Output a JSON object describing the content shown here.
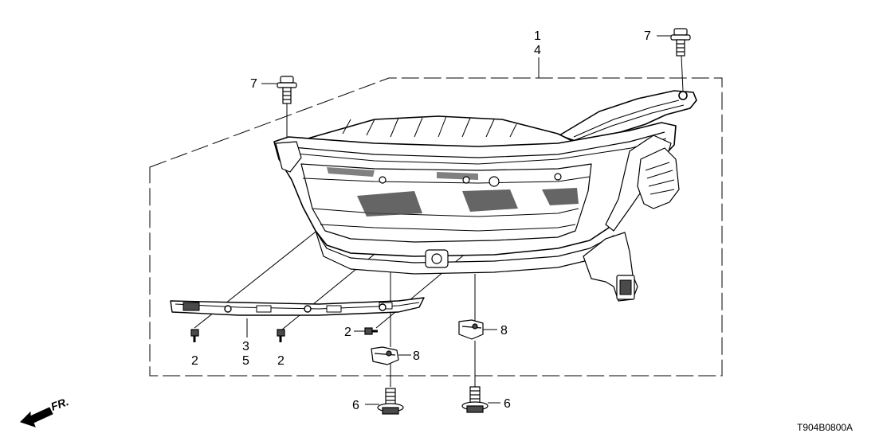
{
  "callouts": {
    "c1": "1",
    "c4": "4",
    "c7a": "7",
    "c7b": "7",
    "c3": "3",
    "c5": "5",
    "c2a": "2",
    "c2b": "2",
    "c2c": "2",
    "c8a": "8",
    "c8b": "8",
    "c6a": "6",
    "c6b": "6"
  },
  "direction_label": "FR.",
  "diagram_code": "T904B0800A",
  "colors": {
    "line": "#000000",
    "fill": "#ffffff",
    "shade": "#4a4a4a"
  }
}
